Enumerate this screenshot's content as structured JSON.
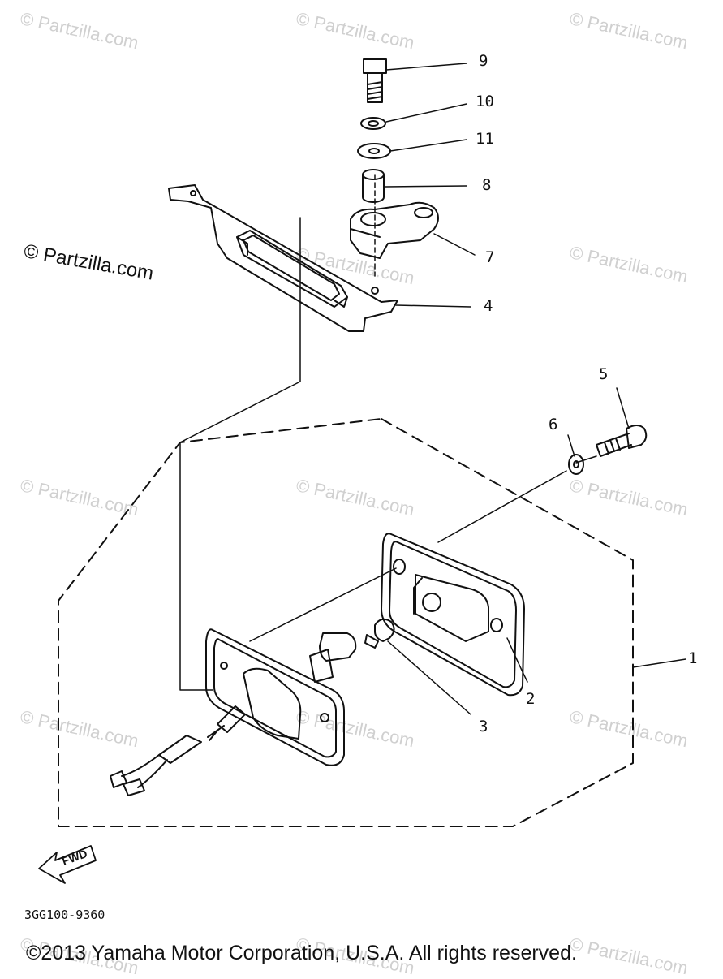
{
  "watermark": "© Partzilla.com",
  "watermark_prominent": "© Partzilla.com",
  "callouts": {
    "c1": "1",
    "c2": "2",
    "c3": "3",
    "c4": "4",
    "c5": "5",
    "c6": "6",
    "c7": "7",
    "c8": "8",
    "c9": "9",
    "c10": "10",
    "c11": "11"
  },
  "fwd_label": "FWD",
  "diagram_code": "3GG100-9360",
  "copyright": "©2013 Yamaha Motor Corporation, U.S.A. All rights reserved."
}
